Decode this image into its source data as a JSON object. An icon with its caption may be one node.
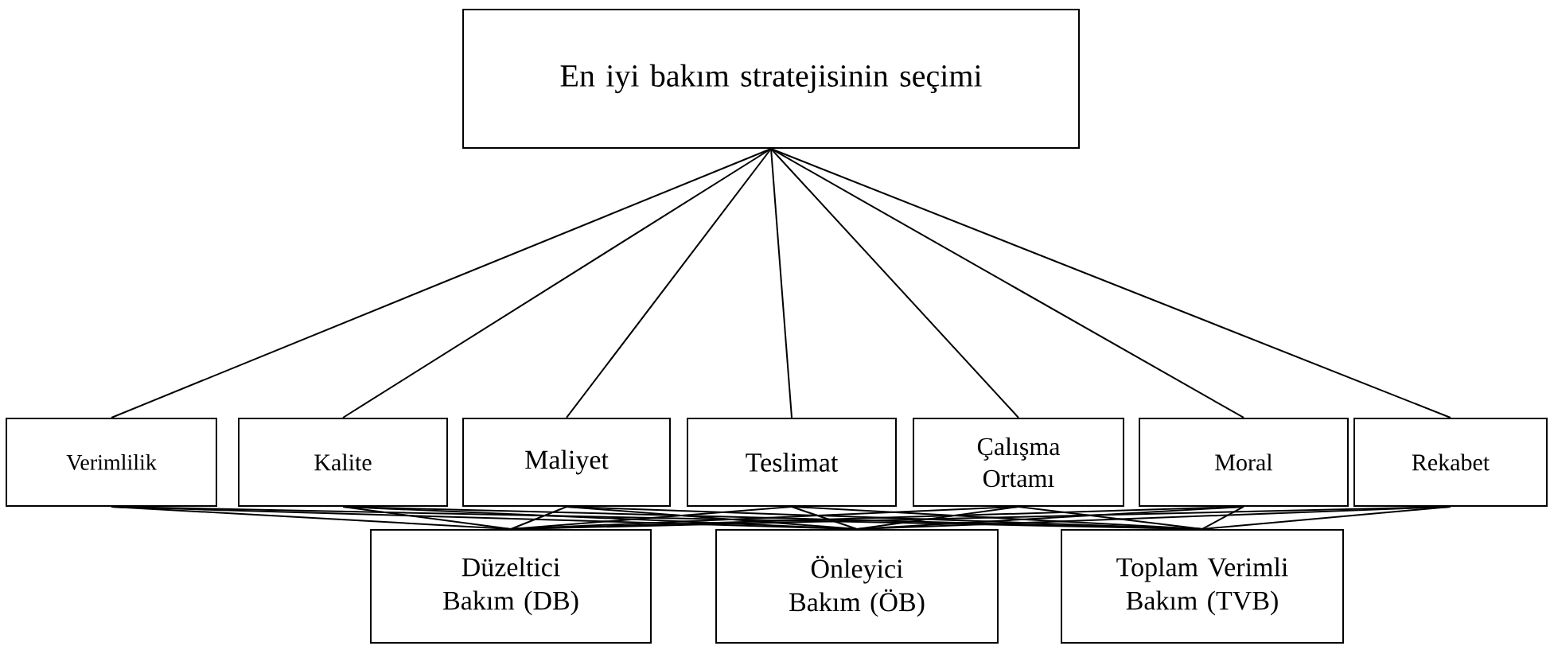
{
  "diagram": {
    "nodes": [
      {
        "text": [
          "En iyi bakım stratejisinin seçimi"
        ]
      },
      {
        "text": [
          "Verimlilik"
        ]
      },
      {
        "text": [
          "Kalite"
        ]
      },
      {
        "text": [
          "Maliyet"
        ]
      },
      {
        "text": [
          "Teslimat"
        ]
      },
      {
        "text": [
          "Çalışma Ortamı"
        ]
      },
      {
        "text": [
          "Moral"
        ]
      },
      {
        "text": [
          "Rekabet"
        ]
      },
      {
        "text": [
          "Düzeltici Bakım (DB)"
        ]
      },
      {
        "text": [
          "Önleyici Bakım (ÖB)"
        ]
      },
      {
        "text": [
          "Toplam Verimli Bakım (TVB)"
        ]
      }
    ],
    "edges": [
      {
        "from": 0,
        "to": 1,
        "arrow": "none"
      },
      {
        "from": 0,
        "to": 2,
        "arrow": "none"
      },
      {
        "from": 0,
        "to": 3,
        "arrow": "none"
      },
      {
        "from": 0,
        "to": 4,
        "arrow": "none"
      },
      {
        "from": 0,
        "to": 5,
        "arrow": "none"
      },
      {
        "from": 0,
        "to": 6,
        "arrow": "none"
      },
      {
        "from": 0,
        "to": 7,
        "arrow": "none"
      },
      {
        "from": 1,
        "to": 8,
        "arrow": "none"
      },
      {
        "from": 1,
        "to": 9,
        "arrow": "none"
      },
      {
        "from": 1,
        "to": 10,
        "arrow": "none"
      },
      {
        "from": 2,
        "to": 8,
        "arrow": "none"
      },
      {
        "from": 2,
        "to": 9,
        "arrow": "none"
      },
      {
        "from": 2,
        "to": 10,
        "arrow": "none"
      },
      {
        "from": 3,
        "to": 8,
        "arrow": "none"
      },
      {
        "from": 3,
        "to": 9,
        "arrow": "none"
      },
      {
        "from": 3,
        "to": 10,
        "arrow": "none"
      },
      {
        "from": 4,
        "to": 8,
        "arrow": "none"
      },
      {
        "from": 4,
        "to": 9,
        "arrow": "none"
      },
      {
        "from": 4,
        "to": 10,
        "arrow": "none"
      },
      {
        "from": 5,
        "to": 8,
        "arrow": "none"
      },
      {
        "from": 5,
        "to": 9,
        "arrow": "none"
      },
      {
        "from": 5,
        "to": 10,
        "arrow": "none"
      },
      {
        "from": 6,
        "to": 8,
        "arrow": "none"
      },
      {
        "from": 6,
        "to": 9,
        "arrow": "none"
      },
      {
        "from": 6,
        "to": 10,
        "arrow": "none"
      },
      {
        "from": 7,
        "to": 8,
        "arrow": "none"
      },
      {
        "from": 7,
        "to": 9,
        "arrow": "none"
      },
      {
        "from": 7,
        "to": 10,
        "arrow": "none"
      }
    ]
  }
}
